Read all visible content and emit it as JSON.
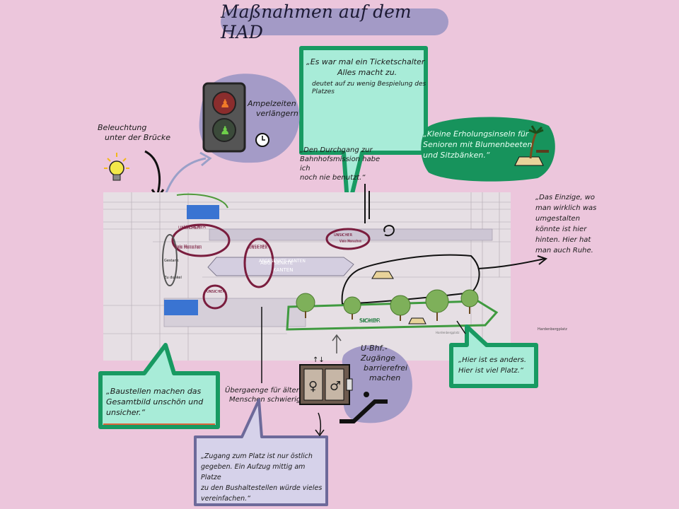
{
  "title": "Maßnahmen auf dem HAD",
  "ticket_bubble": {
    "lines": [
      "„Es war mal ein Ticketschalter",
      "Alles macht zu.",
      "deutet auf zu wenig Bespielung des",
      "Platzes"
    ]
  },
  "ampel": {
    "lines": [
      "Ampelzeiten",
      "verlängern"
    ]
  },
  "beleuchtung": {
    "lines": [
      "Beleuchtung",
      "unter der Brücke"
    ]
  },
  "bahnhofsmission": {
    "lines": [
      "„Den Durchgang zur",
      "Bahnhofsmission habe ich",
      "noch nie benutzt.“"
    ]
  },
  "erholung": {
    "lines": [
      "„Kleine Erholungsinseln für",
      "Senioren mit Blumenbeeten",
      "und Sitzbänken.“"
    ]
  },
  "einzige": {
    "lines": [
      "„Das Einzige, wo",
      "man wirklich was",
      "umgestalten",
      "könnte ist hier",
      "hinten. Hier hat",
      "man auch Ruhe."
    ]
  },
  "baustellen": {
    "lines": [
      "„Baustellen machen das",
      "Gesamtbild unschön und",
      "unsicher.“"
    ]
  },
  "uebergang": {
    "lines": [
      "Übergaenge für ältere",
      "Menschen schwierig"
    ]
  },
  "ubahn": {
    "lines": [
      "U-Bhf.-",
      "Zugänge",
      "barrierefrei",
      "machen"
    ]
  },
  "hier": {
    "lines": [
      "„Hier ist es anders.",
      "Hier ist viel Platz.“"
    ]
  },
  "zugang": {
    "lines": [
      "„Zugang zum Platz ist nur östlich",
      "gegeben. Ein Aufzug mittig am Platze",
      "zu den Bushaltestellen würde vieles",
      "vereinfachen.“"
    ]
  },
  "map_labels": {
    "unsicher_1": "UNSICHER",
    "viel_menschen": "Viele Menschen",
    "unsicher_2": "UNSICHER",
    "unsicher_3": "UNSICHER",
    "viele_menschen_2": "Viele Menschen",
    "gestank": "Gestank",
    "zu_dunkel": "Zu dunkel",
    "abgesenkte_kanten": "ABGESENKTE KANTEN",
    "unsicher_4": "UNSICHER",
    "sicher": "SICHER",
    "street_right": "Hardenbergplatz"
  },
  "colors": {
    "background": "#ecc6dc",
    "title_pill": "#a39ac6",
    "green_border": "#189a62",
    "mint": "#a8ecd8",
    "wine": "#7a1d3e",
    "lilac": "#a49bc7",
    "dark_green": "#17935c"
  }
}
